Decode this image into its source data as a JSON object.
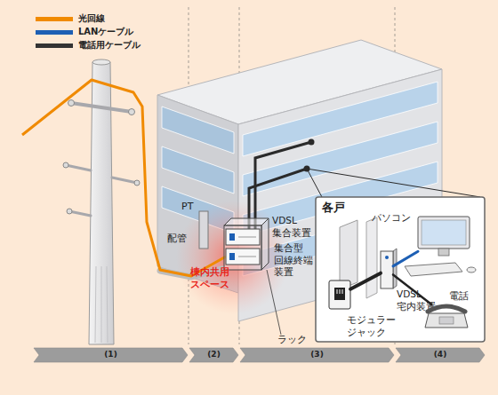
{
  "diagram": {
    "nodes": [
      {
        "text": [
          "ラック"
        ]
      },
      {
        "text": [
          "VDSL 集合装置"
        ],
        "in": 0
      },
      {
        "text": [
          "集合型 回線終端 装置"
        ],
        "in": 0
      },
      {
        "text": [
          "各戸"
        ]
      },
      {
        "text": [
          "パソコン"
        ],
        "in": 3
      },
      {
        "text": [
          "VDSL 宅内装置"
        ],
        "in": 3
      },
      {
        "text": [
          "電話"
        ],
        "in": 3
      },
      {
        "text": [
          "モジュラー ジャック"
        ],
        "in": 3
      },
      {
        "text": [
          "(1)"
        ]
      },
      {
        "text": [
          "(2)"
        ]
      },
      {
        "text": [
          "(3)"
        ]
      },
      {
        "text": [
          "(4)"
        ]
      }
    ],
    "edges": [
      {
        "from": 7,
        "to": 5,
        "arrow": "none"
      },
      {
        "from": 5,
        "to": 4,
        "arrow": "none"
      },
      {
        "from": 5,
        "to": 6,
        "arrow": "none"
      }
    ],
    "labels": [
      "PT",
      "配管",
      "棟内共用 スペース"
    ],
    "legend": [
      {
        "text": "光回線",
        "color": "#f08a00"
      },
      {
        "text": "LANケーブル",
        "color": "#1d5fb4"
      },
      {
        "text": "電話用ケーブル",
        "color": "#333333"
      }
    ]
  }
}
